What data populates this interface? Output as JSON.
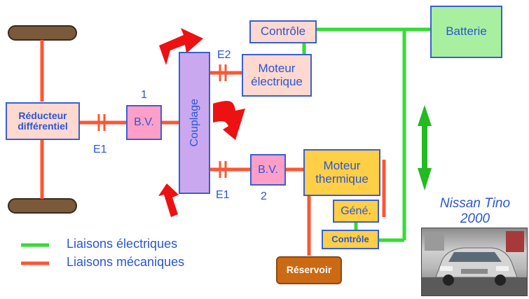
{
  "labels": {
    "reducteur": "Réducteur différentiel",
    "bv1": "B.V.",
    "bv1_num": "1",
    "e1_left": "E1",
    "couplage": "Couplage",
    "e2": "E2",
    "moteur_elec": "Moteur électrique",
    "controle_top": "Contrôle",
    "batterie": "Batterie",
    "e1_bottom": "E1",
    "bv2": "B.V.",
    "bv2_num": "2",
    "moteur_therm": "Moteur thermique",
    "gene": "Géné.",
    "controle_bottom": "Contrôle",
    "reservoir": "Réservoir"
  },
  "legend": {
    "electric": "Liaisons électriques",
    "mechanical": "Liaisons mécaniques"
  },
  "car": {
    "name": "Nissan Tino",
    "year": "2000"
  },
  "colors": {
    "electric": "#33dd33",
    "mechanical": "#ff5533",
    "arrow_red": "#ee1111",
    "arrow_green": "#22bb22",
    "box_border": "#3a5fd0",
    "text": "#2a56d6"
  }
}
